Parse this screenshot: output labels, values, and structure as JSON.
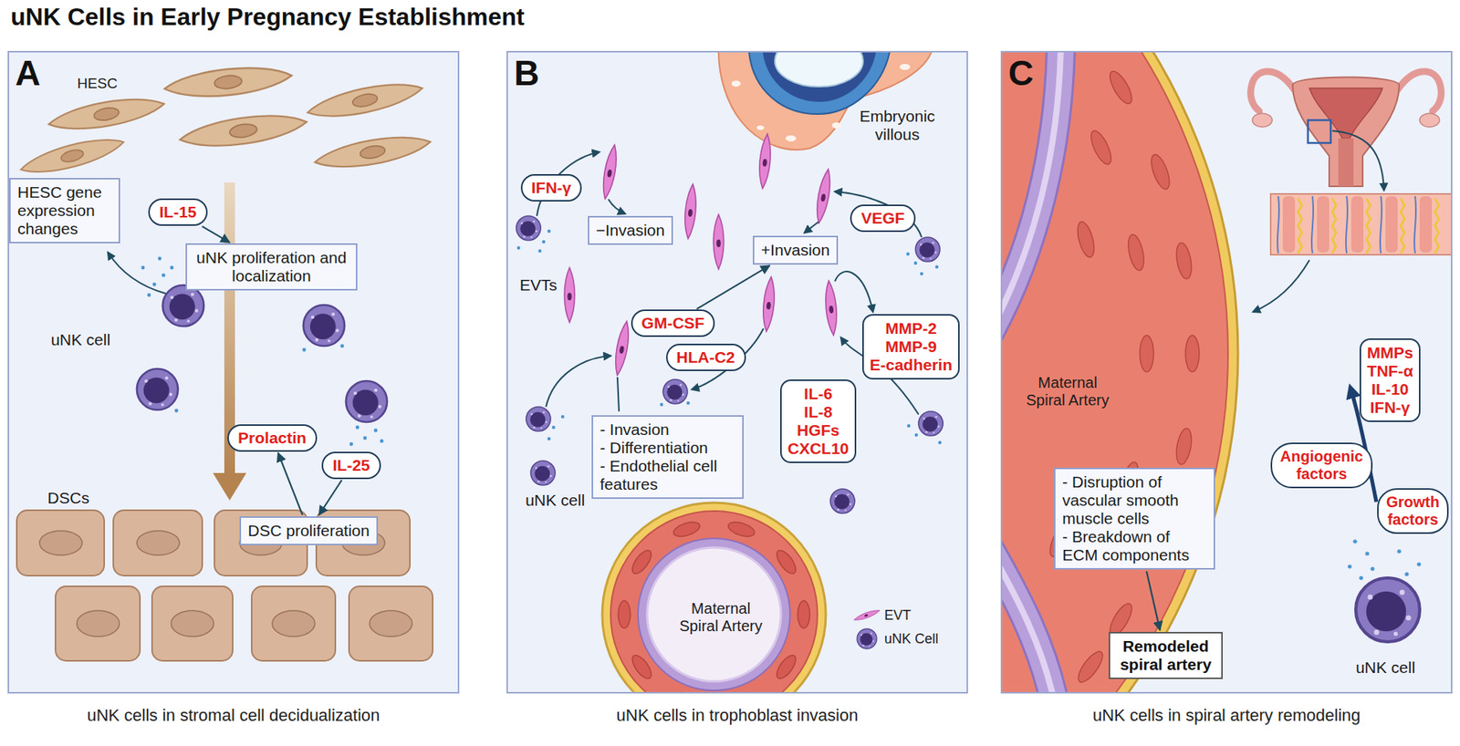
{
  "diagram": {
    "title": "uNK Cells in Early Pregnancy Establishment",
    "nodes": [
      {
        "text": [
          "A",
          "uNK cells in stromal cell decidualization"
        ]
      },
      {
        "text": [
          "HESC gene expression changes"
        ],
        "in": 0
      },
      {
        "text": [
          "IL-15"
        ],
        "in": 0
      },
      {
        "text": [
          "uNK proliferation and localization"
        ],
        "in": 0
      },
      {
        "text": [
          "Prolactin"
        ],
        "in": 0
      },
      {
        "text": [
          "IL-25"
        ],
        "in": 0
      },
      {
        "text": [
          "DSC proliferation"
        ],
        "in": 0
      },
      {
        "text": [
          "B",
          "uNK cells in trophoblast invasion"
        ]
      },
      {
        "text": [
          "IFN-γ"
        ],
        "in": 7
      },
      {
        "text": [
          "−Invasion"
        ],
        "in": 7
      },
      {
        "text": [
          "+Invasion"
        ],
        "in": 7
      },
      {
        "text": [
          "VEGF"
        ],
        "in": 7
      },
      {
        "text": [
          "GM-CSF"
        ],
        "in": 7
      },
      {
        "text": [
          "HLA-C2"
        ],
        "in": 7
      },
      {
        "text": [
          "MMP-2",
          "MMP-9",
          "E-cadherin"
        ],
        "in": 7
      },
      {
        "text": [
          "IL-6",
          "IL-8",
          "HGFs",
          "CXCL10"
        ],
        "in": 7
      },
      {
        "text": [
          "- Invasion",
          "- Differentiation",
          "- Endothelial cell features"
        ],
        "in": 7
      },
      {
        "text": [
          "C",
          "uNK cells in spiral artery remodeling"
        ]
      },
      {
        "text": [
          "MMPs",
          "TNF-α",
          "IL-10",
          "IFN-γ"
        ],
        "in": 17
      },
      {
        "text": [
          "Angiogenic factors"
        ],
        "in": 17
      },
      {
        "text": [
          "Growth factors"
        ],
        "in": 17
      },
      {
        "text": [
          "- Disruption of vascular smooth muscle cells",
          "- Breakdown of ECM components"
        ],
        "in": 17
      },
      {
        "text": [
          "Remodeled spiral artery"
        ],
        "in": 17
      }
    ],
    "edges": [
      {
        "from": 2,
        "to": 3,
        "arrow": "to"
      },
      {
        "from": 5,
        "to": 6,
        "arrow": "to"
      },
      {
        "from": 6,
        "to": 4,
        "arrow": "to"
      },
      {
        "from": 12,
        "to": 10,
        "arrow": "to"
      },
      {
        "from": 21,
        "to": 22,
        "arrow": "to"
      }
    ],
    "labels": [
      "HESC",
      "uNK cell",
      "DSCs",
      "Embryonic villous",
      "EVTs",
      "uNK cell",
      "Maternal Spiral Artery",
      "Maternal Spiral Artery",
      "uNK cell"
    ],
    "legend": [
      {
        "text": "EVT"
      },
      {
        "text": "uNK Cell"
      }
    ]
  }
}
